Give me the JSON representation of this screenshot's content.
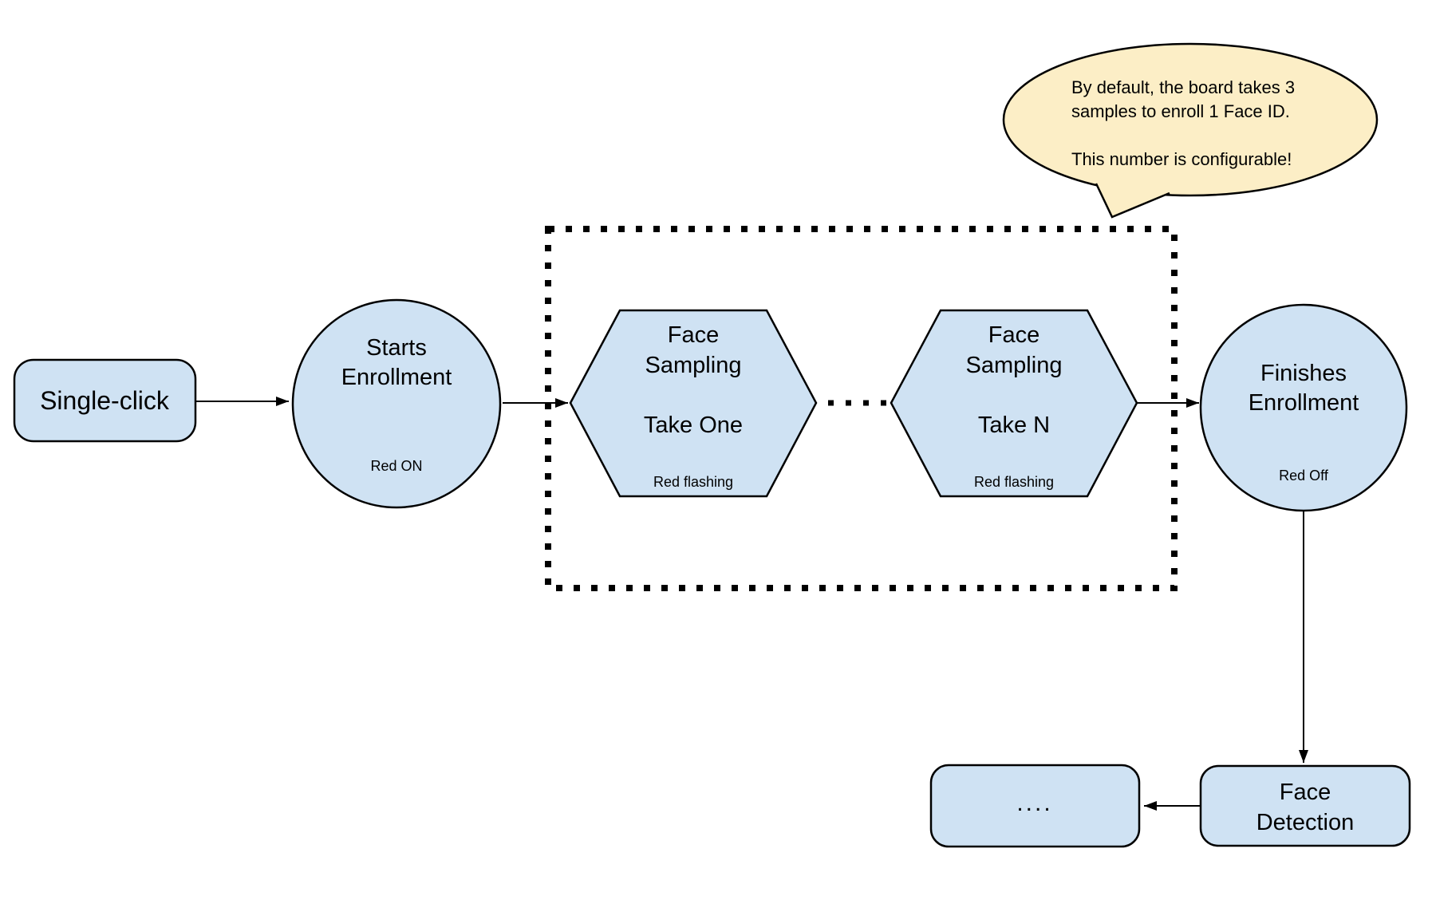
{
  "colors": {
    "node_fill": "#cfe2f3",
    "node_border": "#000000",
    "callout_fill": "#fceec6",
    "arrow_color": "#000000",
    "background": "#ffffff"
  },
  "nodes": {
    "single_click": {
      "label": "Single-click"
    },
    "starts_enrollment": {
      "title_line1": "Starts",
      "title_line2": "Enrollment",
      "status": "Red ON"
    },
    "face_sampling_take_one": {
      "title_line1": "Face",
      "title_line2": "Sampling",
      "subtitle": "Take One",
      "status": "Red flashing"
    },
    "face_sampling_take_n": {
      "title_line1": "Face",
      "title_line2": "Sampling",
      "subtitle": "Take N",
      "status": "Red flashing"
    },
    "finishes_enrollment": {
      "title_line1": "Finishes",
      "title_line2": "Enrollment",
      "status": "Red Off"
    },
    "face_detection": {
      "title_line1": "Face",
      "title_line2": "Detection"
    },
    "continuation": {
      "label": "...."
    }
  },
  "callout": {
    "line1": "By default, the board takes 3",
    "line2": "samples to enroll 1 Face ID.",
    "line3": "This number is configurable!"
  }
}
